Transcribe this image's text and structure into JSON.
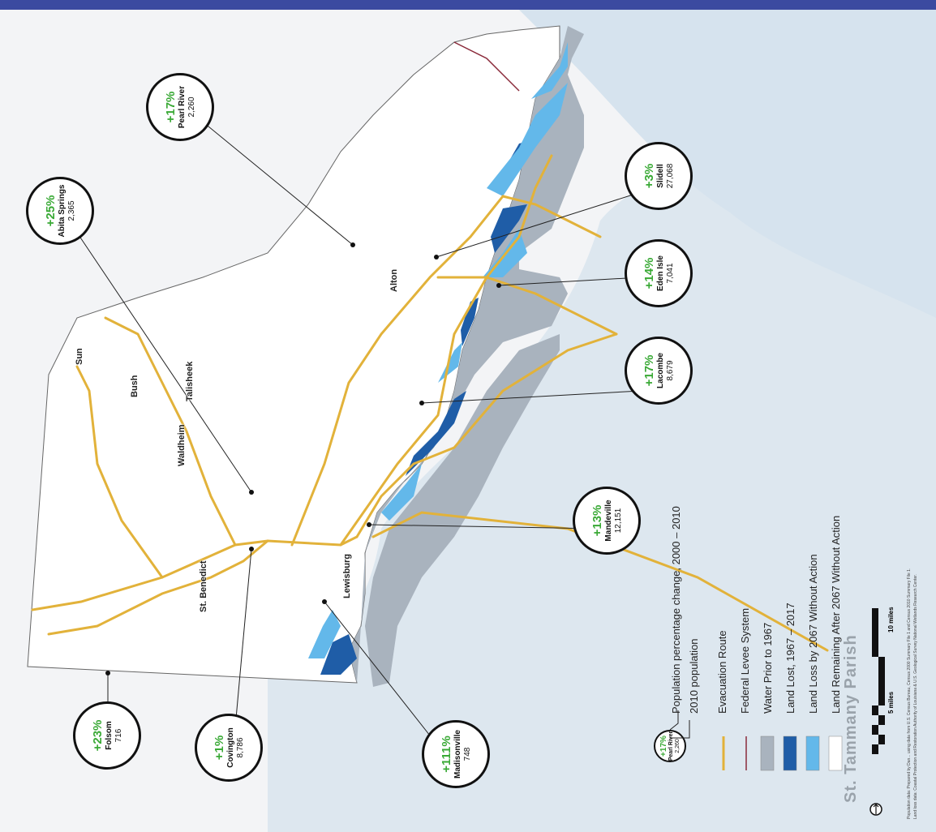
{
  "map_title": "St. Tammany Parish",
  "colors": {
    "top_bar": "#3b4aa0",
    "background": "#eef3f8",
    "parish_land": "#ffffff",
    "water_prior": "#a9b3be",
    "land_lost": "#1f5da7",
    "land_loss_2067": "#63b8ea",
    "evacuation_route": "#e2b23a",
    "levee": "#8a2a3a",
    "pct_text": "#39a935"
  },
  "callouts": [
    {
      "pct": "+23%",
      "name": "Folsom",
      "population": "716"
    },
    {
      "pct": "+1%",
      "name": "Covington",
      "population": "8,786"
    },
    {
      "pct": "+111%",
      "name": "Madisonville",
      "population": "748"
    },
    {
      "pct": "+13%",
      "name": "Mandeville",
      "population": "12,151"
    },
    {
      "pct": "+17%",
      "name": "Lacombe",
      "population": "8,679"
    },
    {
      "pct": "+14%",
      "name": "Eden Isle",
      "population": "7,041"
    },
    {
      "pct": "+3%",
      "name": "Slidell",
      "population": "27,068"
    },
    {
      "pct": "+25%",
      "name": "Abita Springs",
      "population": "2,365"
    },
    {
      "pct": "+17%",
      "name": "Pearl River",
      "population": "2,260"
    }
  ],
  "place_labels": [
    "Sun",
    "Bush",
    "Talisheek",
    "Waldheim",
    "St. Benedict",
    "Lewisburg",
    "Alton"
  ],
  "legend": {
    "example": {
      "pct": "+17%",
      "name": "Pearl River",
      "population": "2,260"
    },
    "pct_caption": "Population percentage change, 2000 – 2010",
    "pop_caption": "2010 population",
    "items": [
      {
        "label": "Evacuation Route",
        "icon": "evacuation-route-line-icon"
      },
      {
        "label": "Federal Levee System",
        "icon": "levee-line-icon"
      },
      {
        "label": "Water Prior to 1967",
        "icon": "water-swatch-icon"
      },
      {
        "label": "Land Lost, 1967 – 2017",
        "icon": "land-lost-swatch-icon"
      },
      {
        "label": "Land Loss by 2067 Without Action",
        "icon": "land-loss-swatch-icon"
      },
      {
        "label": "Land Remaining After 2067 Without Action",
        "icon": "land-remaining-swatch-icon"
      }
    ]
  },
  "scale": {
    "mid_label": "5 miles",
    "end_label": "10 miles"
  },
  "credits": [
    "Population data: Prepared by Dan... using data from U.S. Census Bureau, Census 2000 Summary File 1 and Census 2010 Summary File 1.",
    "Land loss data: Coastal Protection and Restoration Authority of Louisiana & U.S. Geological Survey National Wetlands Research Center."
  ]
}
